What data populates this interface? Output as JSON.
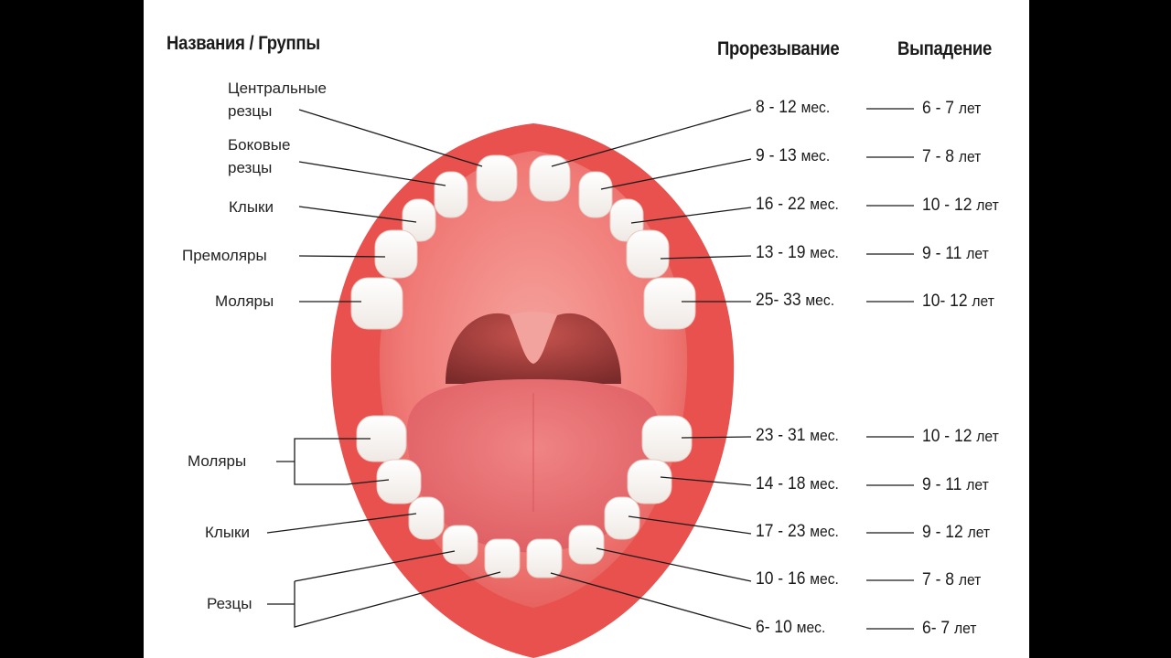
{
  "headers": {
    "names": "Названия / Группы",
    "eruption": "Прорезывание",
    "loss": "Выпадение"
  },
  "upper_labels": [
    {
      "line1": "Центральные",
      "line2": "резцы"
    },
    {
      "line1": "Боковые",
      "line2": "резцы"
    },
    {
      "line1": "Клыки"
    },
    {
      "line1": "Премоляры"
    },
    {
      "line1": "Моляры"
    }
  ],
  "lower_labels": [
    {
      "line1": "Моляры"
    },
    {
      "line1": "Клыки"
    },
    {
      "line1": "Резцы"
    }
  ],
  "rows": [
    {
      "eruption": "8 - 12",
      "eruption_unit": "мес.",
      "loss": "6 - 7",
      "loss_unit": "лет"
    },
    {
      "eruption": "9 - 13",
      "eruption_unit": "мес.",
      "loss": "7 - 8",
      "loss_unit": "лет"
    },
    {
      "eruption": "16 - 22",
      "eruption_unit": "мес.",
      "loss": "10 - 12",
      "loss_unit": "лет"
    },
    {
      "eruption": "13 - 19",
      "eruption_unit": "мес.",
      "loss": "9 - 11",
      "loss_unit": "лет"
    },
    {
      "eruption": "25- 33",
      "eruption_unit": "мес.",
      "loss": "10- 12",
      "loss_unit": "лет"
    },
    {
      "eruption": "23 - 31",
      "eruption_unit": "мес.",
      "loss": "10 - 12",
      "loss_unit": "лет"
    },
    {
      "eruption": "14 - 18",
      "eruption_unit": "мес.",
      "loss": "9 - 11",
      "loss_unit": "лет"
    },
    {
      "eruption": "17 - 23",
      "eruption_unit": "мес.",
      "loss": "9 - 12",
      "loss_unit": "лет"
    },
    {
      "eruption": "10 - 16",
      "eruption_unit": "мес.",
      "loss": "7 - 8",
      "loss_unit": "лет"
    },
    {
      "eruption": "6- 10",
      "eruption_unit": "мес.",
      "loss": "6- 7",
      "loss_unit": "лет"
    }
  ],
  "colors": {
    "lips": "#e8514d",
    "mouth_inner": "#f07a78",
    "tongue": "#e9676a",
    "throat": "#8a3030",
    "tooth": "#ffffff",
    "text": "#1a1a1a"
  }
}
